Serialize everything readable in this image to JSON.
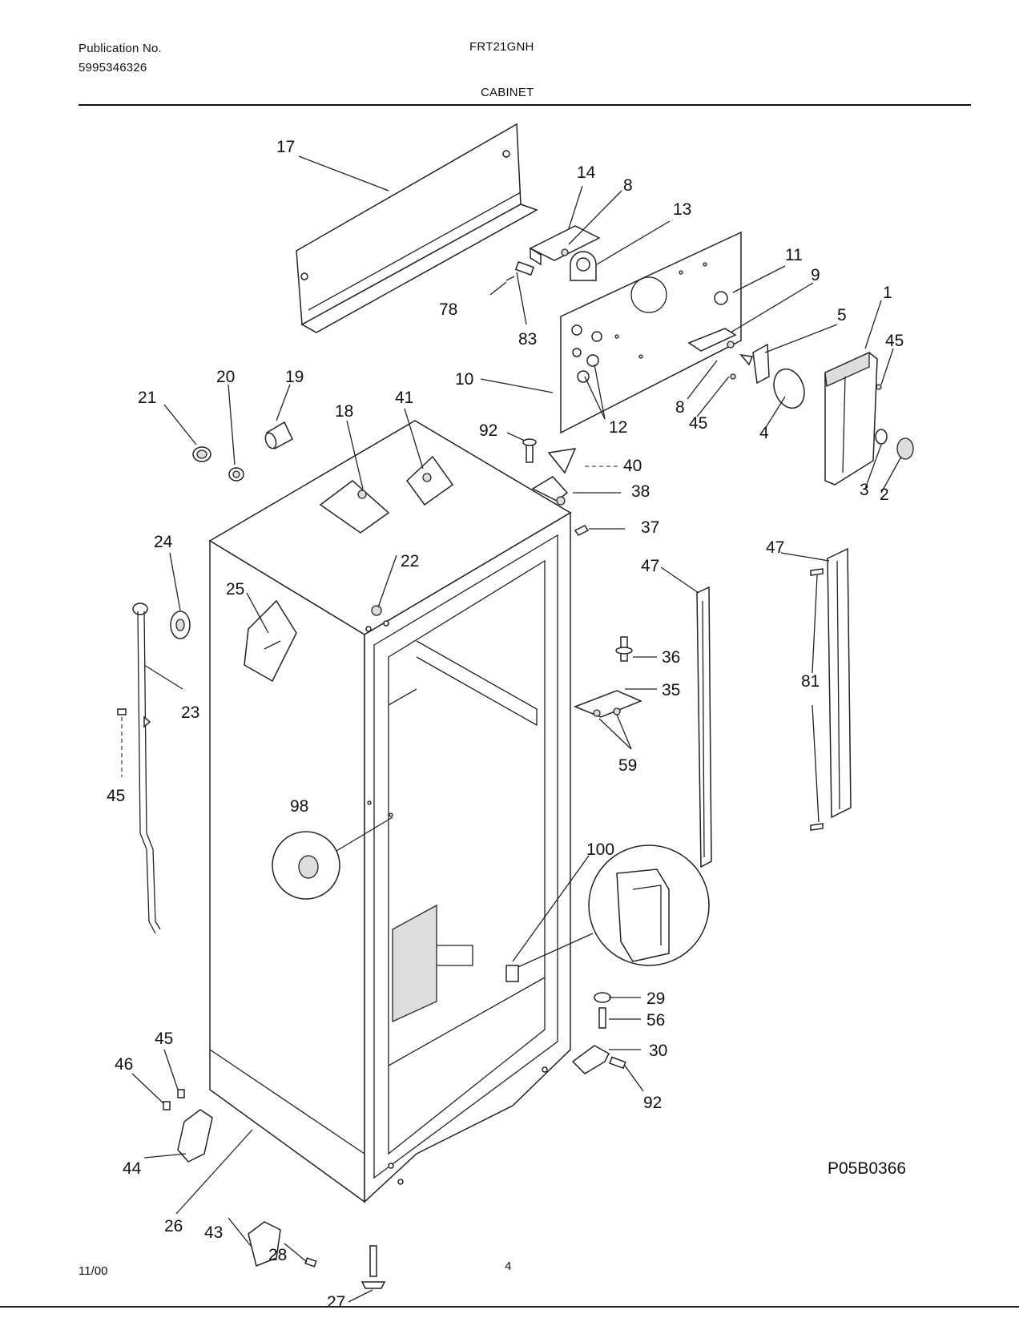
{
  "header": {
    "publication_label": "Publication No.",
    "publication_number": "5995346326",
    "model": "FRT21GNH",
    "section_title": "CABINET"
  },
  "footer": {
    "date": "11/00",
    "page_number": "4"
  },
  "diagram_id": "P05B0366",
  "callouts": {
    "c17": "17",
    "c14": "14",
    "c8a": "8",
    "c13": "13",
    "c11": "11",
    "c9": "9",
    "c1": "1",
    "c5": "5",
    "c45a": "45",
    "c78": "78",
    "c83": "83",
    "c10": "10",
    "c12": "12",
    "c8b": "8",
    "c45b": "45",
    "c4": "4",
    "c3": "3",
    "c2": "2",
    "c21": "21",
    "c20": "20",
    "c19": "19",
    "c18": "18",
    "c41": "41",
    "c92a": "92",
    "c40": "40",
    "c38": "38",
    "c37": "37",
    "c24": "24",
    "c22": "22",
    "c25": "25",
    "c23": "23",
    "c45c": "45",
    "c47a": "47",
    "c47b": "47",
    "c36": "36",
    "c35": "35",
    "c59": "59",
    "c81": "81",
    "c98": "98",
    "c100": "100",
    "c29": "29",
    "c56": "56",
    "c30": "30",
    "c92b": "92",
    "c45d": "45",
    "c46": "46",
    "c44": "44",
    "c26": "26",
    "c43": "43",
    "c28": "28",
    "c27": "27"
  }
}
